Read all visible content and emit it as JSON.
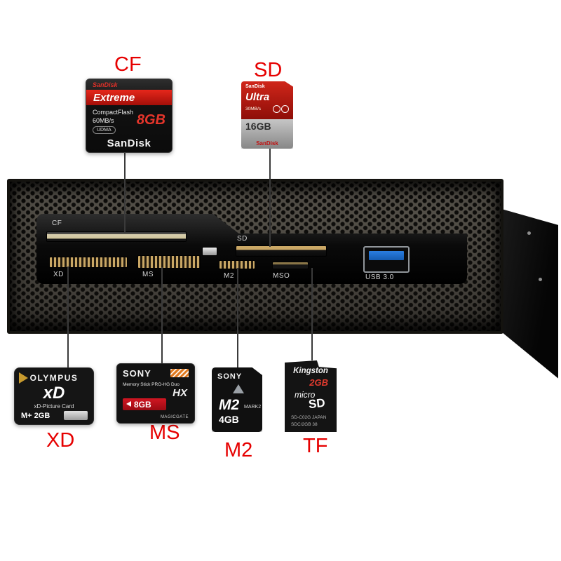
{
  "callouts": {
    "cf": "CF",
    "sd": "SD",
    "xd": "XD",
    "ms": "MS",
    "m2": "M2",
    "tf": "TF"
  },
  "panel": {
    "slot_labels": {
      "cf": "CF",
      "sd": "SD",
      "xd": "XD",
      "ms": "MS",
      "m2": "M2",
      "mso": "MSO",
      "usb": "USB 3.0"
    }
  },
  "cards": {
    "cf": {
      "brand_top": "SanDisk",
      "name": "Extreme",
      "type": "CompactFlash",
      "speed": "60MB/s",
      "udma": "UDMA",
      "capacity": "8GB",
      "brand_bottom": "SanDisk"
    },
    "sd": {
      "brand_top": "SanDisk",
      "name": "Ultra",
      "speed": "30MB/s",
      "capacity": "16GB",
      "brand_bottom": "SanDisk"
    },
    "xd": {
      "brand": "OLYMPUS",
      "logo": "xD",
      "type": "xD-Picture Card",
      "capacity": "M+ 2GB"
    },
    "ms": {
      "brand": "SONY",
      "type": "Memory Stick PRO-HG Duo",
      "series": "HX",
      "capacity": "8GB",
      "feature": "MAGICGATE"
    },
    "m2": {
      "brand": "SONY",
      "name": "M2",
      "series": "MARK2",
      "capacity": "4GB"
    },
    "tf": {
      "brand": "Kingston",
      "capacity": "2GB",
      "logo_micro": "micro",
      "logo_sd": "SD",
      "code_line1": "SD-C02G JAPAN",
      "code_line2": "SDC/2GB 38"
    }
  },
  "colors": {
    "accent_red": "#e60000",
    "sandisk_red": "#c8160c",
    "usb_blue": "#1e6bd6",
    "duo_orange": "#e0791e",
    "olympus_gold": "#c79a2e",
    "mesh_gray": "#4b4841"
  }
}
